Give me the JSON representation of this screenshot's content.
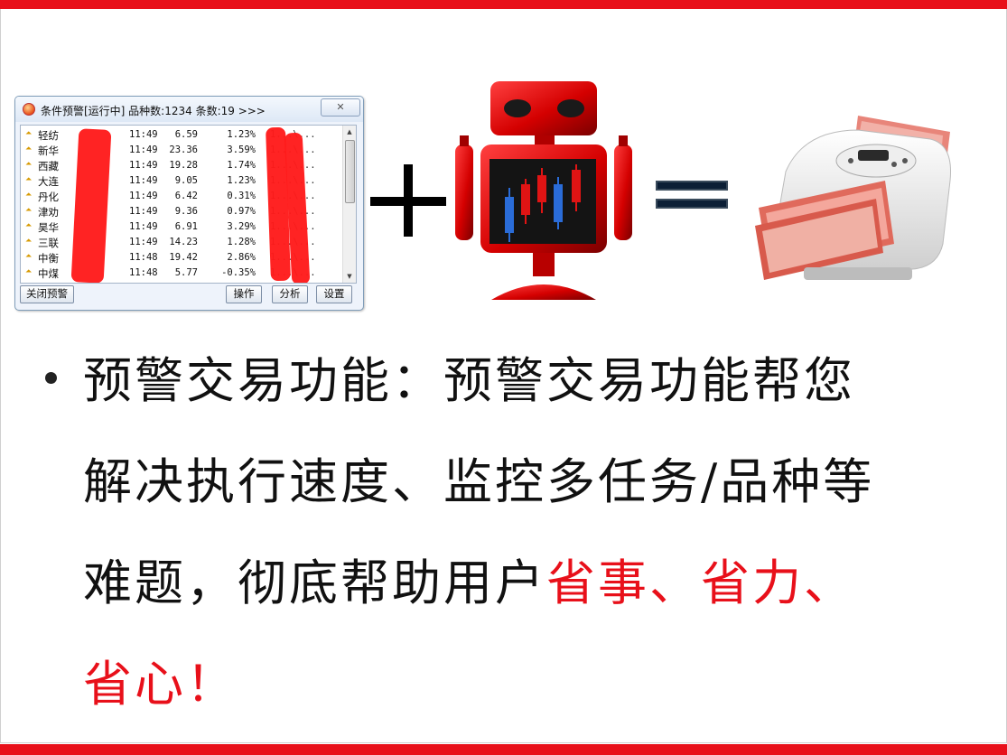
{
  "alert_window": {
    "title": "条件预警[运行中] 品种数:1234 条数:19 >>>",
    "close_icon": "close-icon",
    "rows": [
      {
        "name": "轻纺",
        "time": "11:49",
        "price": "6.59",
        "pct": "1.23%",
        "tail": "1...\\..."
      },
      {
        "name": "新华",
        "time": "11:49",
        "price": "23.36",
        "pct": "3.59%",
        "tail": "1...\\..."
      },
      {
        "name": "西藏",
        "time": "11:49",
        "price": "19.28",
        "pct": "1.74%",
        "tail": "1...\\..."
      },
      {
        "name": "大连",
        "time": "11:49",
        "price": "9.05",
        "pct": "1.23%",
        "tail": "1...\\..."
      },
      {
        "name": "丹化",
        "time": "11:49",
        "price": "6.42",
        "pct": "0.31%",
        "tail": "1...\\..."
      },
      {
        "name": "津劝",
        "time": "11:49",
        "price": "9.36",
        "pct": "0.97%",
        "tail": "1...\\..."
      },
      {
        "name": "昊华",
        "time": "11:49",
        "price": "6.91",
        "pct": "3.29%",
        "tail": "1...\\..."
      },
      {
        "name": "三联",
        "time": "11:49",
        "price": "14.23",
        "pct": "1.28%",
        "tail": "1...\\..."
      },
      {
        "name": "中衡",
        "time": "11:48",
        "price": "19.42",
        "pct": "2.86%",
        "tail": "1...\\..."
      },
      {
        "name": "中煤",
        "time": "11:48",
        "price": "5.77",
        "pct": "-0.35%",
        "tail": "1...\\..."
      }
    ],
    "buttons": {
      "close_alert": "关闭预警",
      "operate": "操作",
      "analyze": "分析",
      "settings": "设置"
    }
  },
  "slide": {
    "bullet_lines": [
      "预警交易功能：预警交易功能帮您",
      "解决执行速度、监控多任务/品种等",
      "难题，彻底帮助用户",
      "省事、省力、",
      "省心！"
    ],
    "accent_color": "#e8101a"
  },
  "icons": [
    "robot-icon",
    "money-counter-icon",
    "plus-icon",
    "equals-icon"
  ]
}
